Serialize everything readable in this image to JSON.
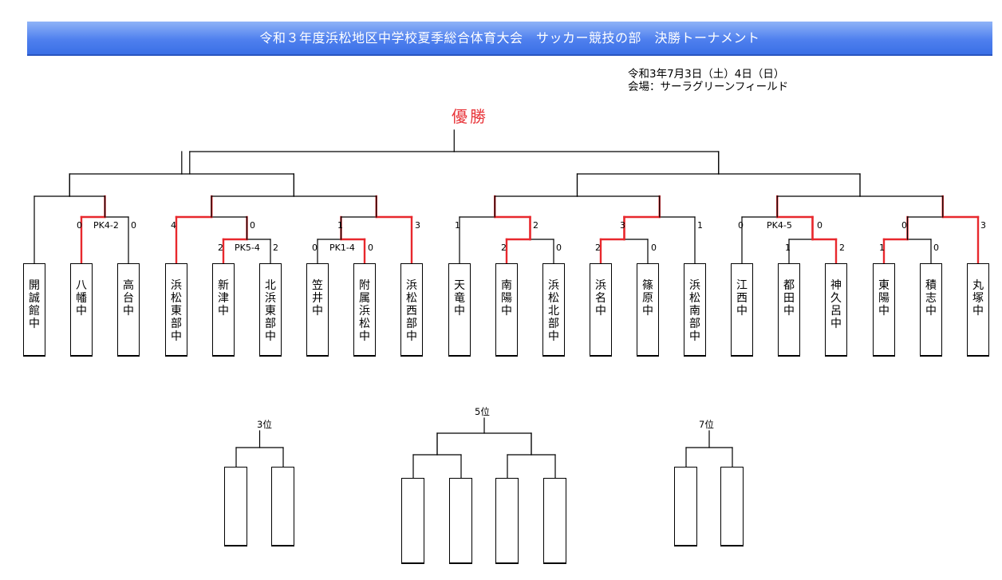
{
  "title": "令和３年度浜松地区中学校夏季総合体育大会　サッカー競技の部　決勝トーナメント",
  "date_line": "令和3年7月3日（土）4日（日）",
  "venue_line": "会場：サーラグリーンフィールド",
  "champion_label": "優勝",
  "teams": [
    "開誠館中",
    "八幡中",
    "高台中",
    "浜松東部中",
    "新津中",
    "北浜東部中",
    "笠井中",
    "附属浜松中",
    "浜松西部中",
    "天竜中",
    "南陽中",
    "浜松北部中",
    "浜名中",
    "篠原中",
    "浜松南部中",
    "江西中",
    "都田中",
    "神久呂中",
    "東陽中",
    "積志中",
    "丸塚中"
  ],
  "scores": {
    "m1_left": "0",
    "m1_pk": "PK4-2",
    "m1_right": "0",
    "m2_left": "2",
    "m2_pk": "PK5-4",
    "m2_right": "2",
    "m3_left": "4",
    "m3_right": "0",
    "m4_left": "0",
    "m4_pk": "PK1-4",
    "m4_right": "0",
    "m5_left": "1",
    "m5_right": "3",
    "m6_left": "2",
    "m6_right": "0",
    "m7_left": "1",
    "m7_right": "2",
    "m8_left": "2",
    "m8_right": "0",
    "m9_left": "3",
    "m9_right": "1",
    "m10_left": "1",
    "m10_right": "2",
    "m11_left": "0",
    "m11_pk": "PK4-5",
    "m11_right": "0",
    "m12_left": "1",
    "m12_right": "0",
    "m13_left": "0",
    "m13_right": "3"
  },
  "placement_labels": [
    "3位",
    "5位",
    "7位"
  ],
  "colors": {
    "winner_line": "#e8282d",
    "banner_top": "#8fb3f7",
    "banner_bottom": "#3a6fe6"
  }
}
